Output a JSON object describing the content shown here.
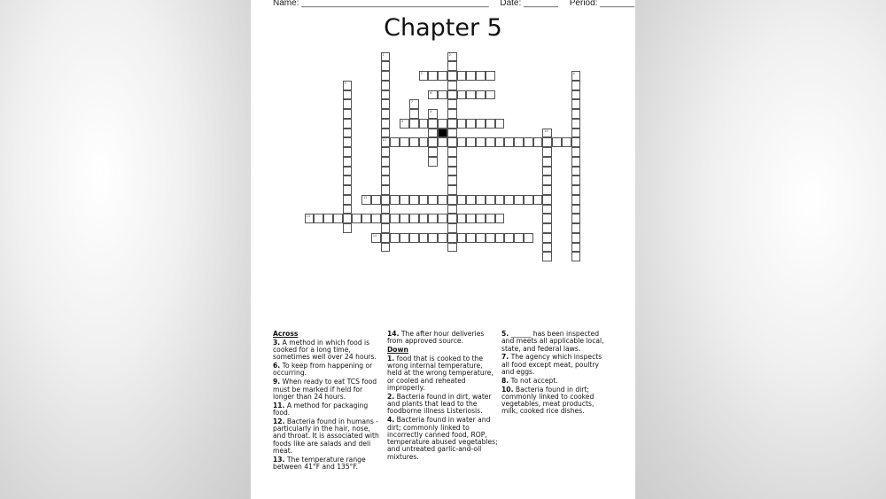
{
  "header": {
    "name_label": "Name: ______________________________________",
    "date_label": "Date: _______",
    "period_label": "Period: _______"
  },
  "title": "Chapter 5",
  "grid": {
    "entries": [
      {
        "num": "1",
        "dir": "down",
        "row": 0,
        "col": 8,
        "len": 21
      },
      {
        "num": "2",
        "dir": "down",
        "row": 0,
        "col": 15,
        "len": 21
      },
      {
        "num": "3",
        "dir": "across",
        "row": 2,
        "col": 12,
        "len": 8
      },
      {
        "num": "4",
        "dir": "down",
        "row": 2,
        "col": 28,
        "len": 20
      },
      {
        "num": "5",
        "dir": "down",
        "row": 3,
        "col": 4,
        "len": 16
      },
      {
        "num": "6",
        "dir": "across",
        "row": 4,
        "col": 13,
        "len": 7
      },
      {
        "num": "7",
        "dir": "down",
        "row": 5,
        "col": 11,
        "len": 3
      },
      {
        "num": "8",
        "dir": "down",
        "row": 6,
        "col": 13,
        "len": 6
      },
      {
        "num": "9",
        "dir": "across",
        "row": 7,
        "col": 10,
        "len": 11
      },
      {
        "num": "10",
        "dir": "down",
        "row": 8,
        "col": 25,
        "len": 14
      },
      {
        "num": "11",
        "dir": "across",
        "row": 9,
        "col": 8,
        "len": 21
      },
      {
        "num": "12",
        "dir": "across",
        "row": 15,
        "col": 6,
        "len": 20
      },
      {
        "num": "13",
        "dir": "across",
        "row": 17,
        "col": 0,
        "len": 21
      },
      {
        "num": "14",
        "dir": "across",
        "row": 19,
        "col": 7,
        "len": 17
      }
    ],
    "black": [
      {
        "row": 8,
        "col": 14
      }
    ]
  },
  "across": {
    "heading": "Across",
    "clues": [
      {
        "n": "3.",
        "t": "A method in which food is cooked for a long time, sometimes well over 24 hours."
      },
      {
        "n": "6.",
        "t": "To keep from happening or occurring."
      },
      {
        "n": "9.",
        "t": "When ready to eat TCS food must be marked if held for longer than 24 hours."
      },
      {
        "n": "11.",
        "t": "A method for packaging food."
      },
      {
        "n": "12.",
        "t": "Bacteria found in humans - particularly in the hair, nose, and throat. It is associated with foods like are salads and deli meat."
      },
      {
        "n": "13.",
        "t": "The temperature range between 41°F and 135°F."
      },
      {
        "n": "14.",
        "t": "The after hour deliveries from approved source."
      }
    ]
  },
  "down": {
    "heading": "Down",
    "clues": [
      {
        "n": "1.",
        "t": "food that is cooked to the wrong internal temperature, held at the wrong temperature, or cooled and reheated improperly."
      },
      {
        "n": "2.",
        "t": "Bacteria found in dirt, water and plants that lead to the foodborne illness Listeriosis."
      },
      {
        "n": "4.",
        "t": "Bacteria found in water and dirt; commonly linked to incorrectly canned food, ROP, temperature abused vegetables; and untreated garlic-and-oil mixtures."
      },
      {
        "n": "5.",
        "t": "______ has been inspected and meets all applicable local, state, and federal laws."
      },
      {
        "n": "7.",
        "t": "The agency which inspects all food except meat, poultry and eggs."
      },
      {
        "n": "8.",
        "t": "To not accept."
      },
      {
        "n": "10.",
        "t": "Bacteria found in dirt; commonly linked to cooked vegetables, meat products, milk, cooked rice dishes."
      }
    ]
  }
}
